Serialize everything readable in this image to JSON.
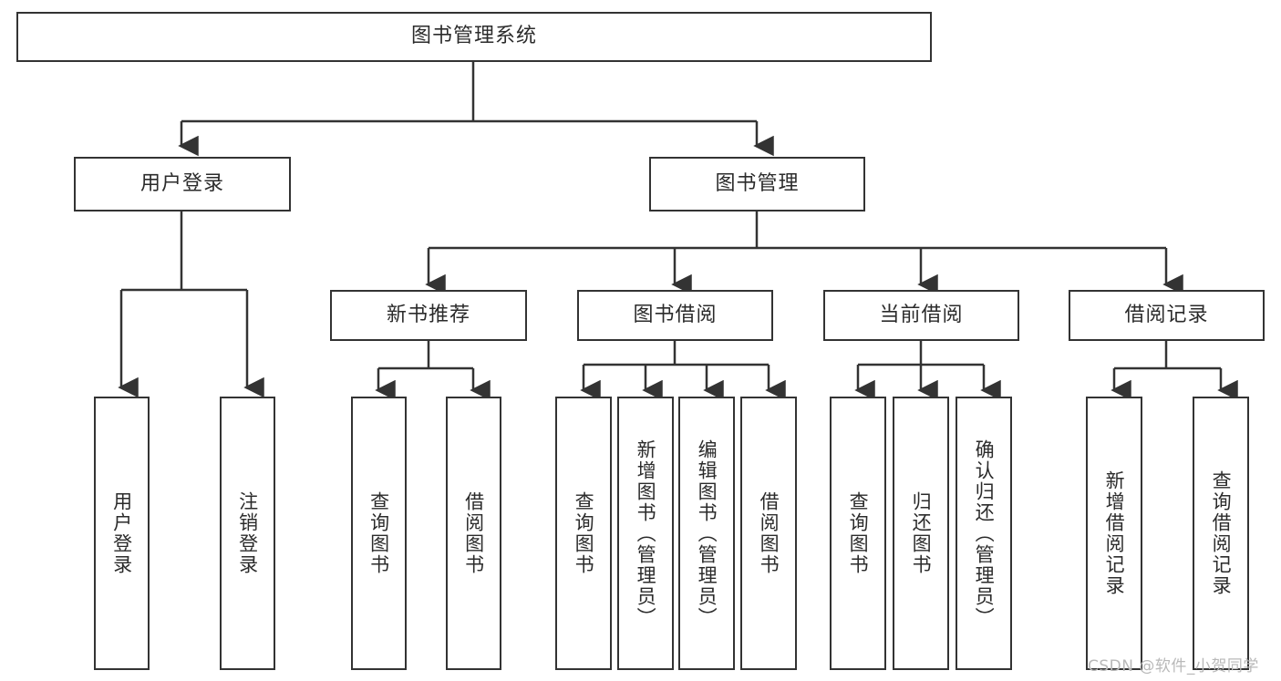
{
  "diagram": {
    "title": "图书管理系统",
    "type": "tree-hierarchy-diagram",
    "watermark": "CSDN @软件_小贺同学",
    "accent_color": "#333333",
    "background_color": "#ffffff",
    "nodes": {
      "root": "图书管理系统",
      "level2": {
        "user_login": "用户登录",
        "book_management": "图书管理"
      },
      "level3": {
        "new_book_recommend": "新书推荐",
        "book_borrow": "图书借阅",
        "current_borrow": "当前借阅",
        "borrow_record": "借阅记录"
      },
      "leaves": {
        "user_login_1": "用户登录",
        "user_login_2": "注销登录",
        "recommend_1": "查询图书",
        "recommend_2": "借阅图书",
        "borrow_1": "查询图书",
        "borrow_2": "新增图书（管理员）",
        "borrow_3": "编辑图书（管理员）",
        "borrow_4": "借阅图书",
        "current_1": "查询图书",
        "current_2": "归还图书",
        "current_3": "确认归还（管理员）",
        "record_1": "新增借阅记录",
        "record_2": "查询借阅记录"
      }
    }
  }
}
